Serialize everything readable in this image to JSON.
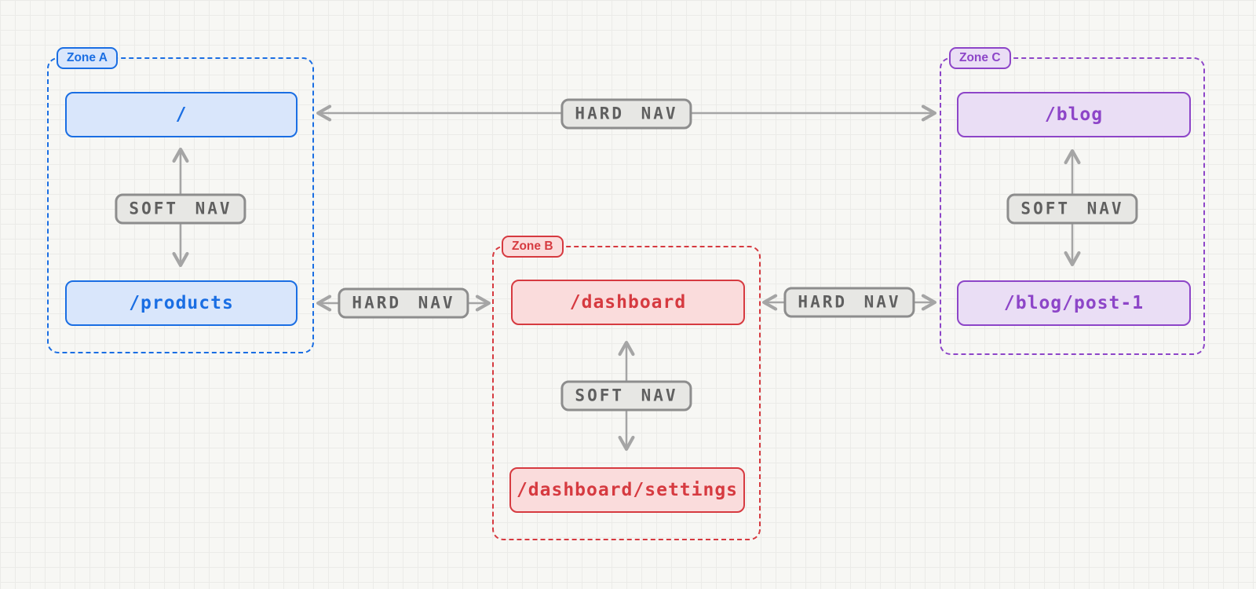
{
  "zones": [
    {
      "id": "zone-a",
      "label": "Zone A",
      "accent_color": "#1a6ee3",
      "fill_color": "#d9e6fb",
      "routes": [
        "/",
        "/products"
      ]
    },
    {
      "id": "zone-b",
      "label": "Zone B",
      "accent_color": "#d63a40",
      "fill_color": "#fadcdc",
      "routes": [
        "/dashboard",
        "/dashboard/settings"
      ]
    },
    {
      "id": "zone-c",
      "label": "Zone C",
      "accent_color": "#8d45c8",
      "fill_color": "#eadef5",
      "routes": [
        "/blog",
        "/blog/post-1"
      ]
    }
  ],
  "edges": [
    {
      "label": "HARD NAV",
      "kind": "hard",
      "between": [
        "/",
        "/blog"
      ],
      "bidirectional": true
    },
    {
      "label": "SOFT NAV",
      "kind": "soft",
      "between": [
        "/",
        "/products"
      ],
      "bidirectional": true
    },
    {
      "label": "HARD NAV",
      "kind": "hard",
      "between": [
        "/products",
        "/dashboard"
      ],
      "bidirectional": true
    },
    {
      "label": "SOFT NAV",
      "kind": "soft",
      "between": [
        "/dashboard",
        "/dashboard/settings"
      ],
      "bidirectional": true
    },
    {
      "label": "HARD NAV",
      "kind": "hard",
      "between": [
        "/dashboard",
        "/blog/post-1"
      ],
      "bidirectional": true
    },
    {
      "label": "SOFT NAV",
      "kind": "soft",
      "between": [
        "/blog",
        "/blog/post-1"
      ],
      "bidirectional": true
    }
  ],
  "palette": {
    "background": "#f7f7f4",
    "grid_line": "#ebebe8",
    "arrow": "#a5a5a5",
    "nav_pill_fill": "#e7e7e4",
    "nav_pill_border": "#8d8d8d",
    "nav_pill_text": "#5f5f5f"
  }
}
